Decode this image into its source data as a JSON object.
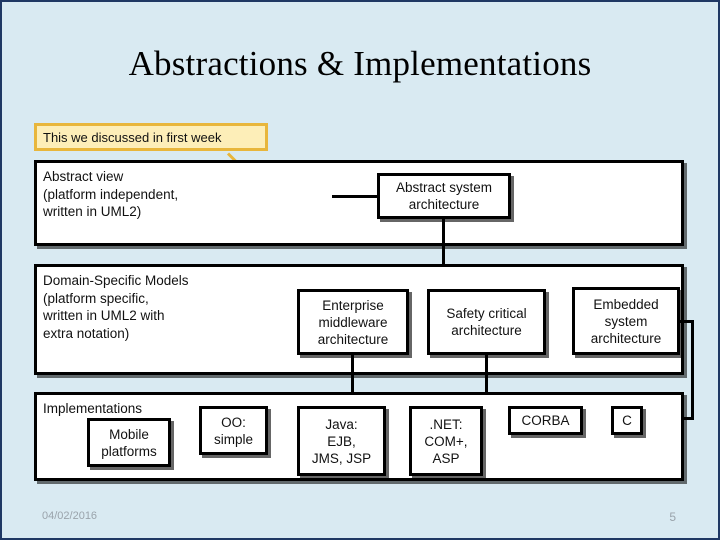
{
  "slide": {
    "title": "Abstractions & Implementations",
    "background_color": "#d9eaf2",
    "border_color": "#1f3864"
  },
  "callout": {
    "text": "This we discussed in first week",
    "fill_color": "#fdeeb8",
    "border_color": "#e8b63c",
    "leader_color": "#e8b63c"
  },
  "rows": {
    "abstract": {
      "label": "Abstract view\n(platform independent,\nwritten in UML2)",
      "boxes": [
        {
          "name": "abstract-system-architecture",
          "label": "Abstract system\narchitecture"
        }
      ]
    },
    "domain": {
      "label": "Domain-Specific Models\n(platform specific,\nwritten in UML2 with\nextra notation)",
      "boxes": [
        {
          "name": "enterprise-middleware-architecture",
          "label": "Enterprise\nmiddleware\narchitecture"
        },
        {
          "name": "safety-critical-architecture",
          "label": "Safety critical\narchitecture"
        },
        {
          "name": "embedded-system-architecture",
          "label": "Embedded\nsystem\narchitecture"
        }
      ]
    },
    "implementations": {
      "label": "Implementations",
      "boxes": [
        {
          "name": "mobile-platforms",
          "label": "Mobile\nplatforms"
        },
        {
          "name": "oo-simple",
          "label": "OO:\nsimple"
        },
        {
          "name": "java-stack",
          "label": "Java:\nEJB,\nJMS, JSP"
        },
        {
          "name": "dotnet-stack",
          "label": ".NET:\nCOM+,\nASP"
        },
        {
          "name": "corba",
          "label": "CORBA"
        },
        {
          "name": "c-language",
          "label": "C"
        }
      ]
    }
  },
  "footer": {
    "date": "04/02/2016",
    "page_number": "5",
    "text_color": "#9aa3ab"
  }
}
